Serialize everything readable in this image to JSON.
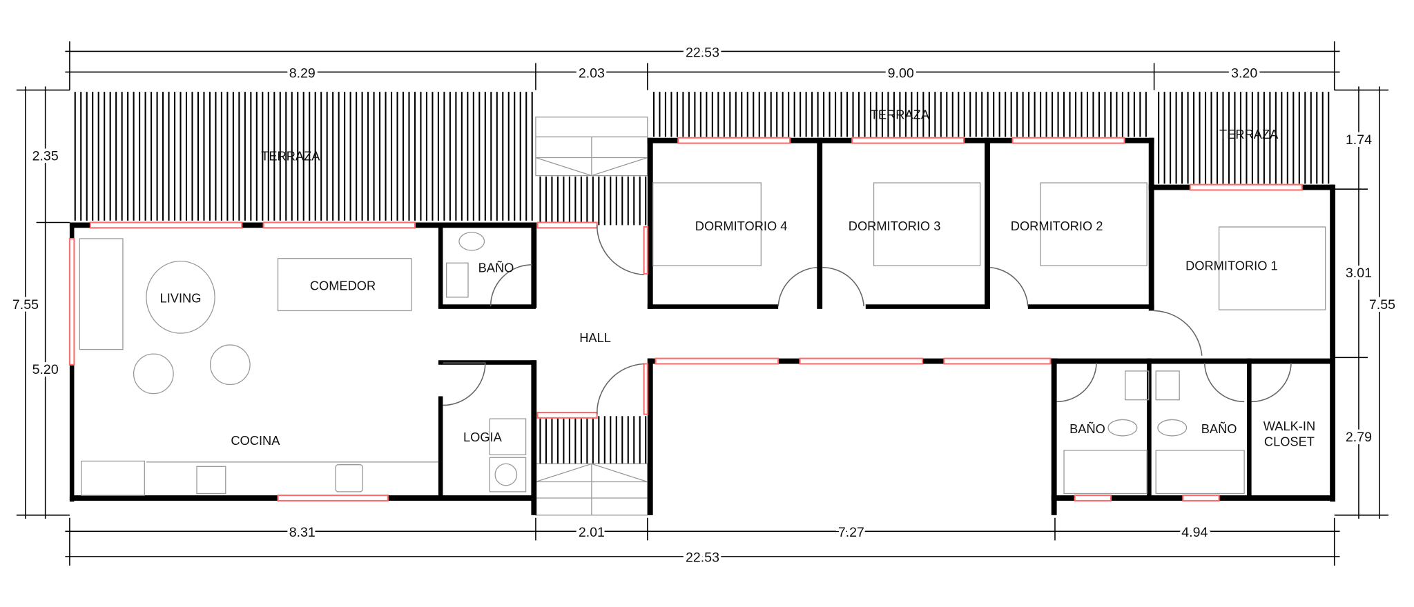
{
  "title": "Planta de vivienda",
  "rooms": {
    "terraza_1": "TERRAZA",
    "terraza_2": "TERRAZA",
    "terraza_3": "TERRAZA",
    "living": "LIVING",
    "comedor": "COMEDOR",
    "cocina": "COCINA",
    "bano_1": "BAÑO",
    "logia": "LOGIA",
    "hall": "HALL",
    "dormitorio_4": "DORMITORIO 4",
    "dormitorio_3": "DORMITORIO 3",
    "dormitorio_2": "DORMITORIO 2",
    "dormitorio_1": "DORMITORIO 1",
    "bano_2": "BAÑO",
    "bano_3": "BAÑO",
    "walkin_1": "WALK-IN",
    "walkin_2": "CLOSET"
  },
  "dimensions": {
    "top_total": "22.53",
    "top": [
      "8.29",
      "2.03",
      "9.00",
      "3.20"
    ],
    "bottom": [
      "8.31",
      "2.01",
      "7.27",
      "4.94"
    ],
    "bottom_total": "22.53",
    "left_total": "7.55",
    "left": [
      "2.35",
      "5.20"
    ],
    "right_total": "7.55",
    "right": [
      "1.74",
      "3.01",
      "2.79"
    ]
  },
  "colors": {
    "wall": "#000000",
    "window": "#ff6b6b",
    "furniture": "#999999"
  }
}
